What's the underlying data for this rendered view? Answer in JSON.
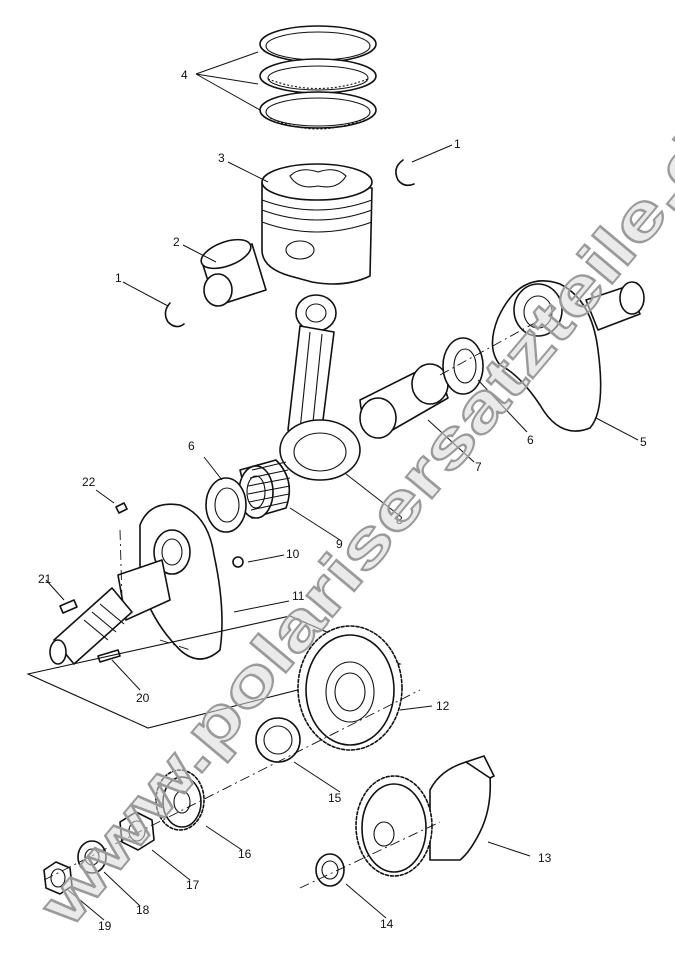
{
  "watermark": "www.polarisersatzteile.de",
  "callouts": [
    {
      "id": "c1a",
      "label": "1"
    },
    {
      "id": "c1b",
      "label": "1"
    },
    {
      "id": "c2",
      "label": "2"
    },
    {
      "id": "c3",
      "label": "3"
    },
    {
      "id": "c4",
      "label": "4"
    },
    {
      "id": "c5",
      "label": "5"
    },
    {
      "id": "c6a",
      "label": "6"
    },
    {
      "id": "c6b",
      "label": "6"
    },
    {
      "id": "c7",
      "label": "7"
    },
    {
      "id": "c8",
      "label": "8"
    },
    {
      "id": "c9",
      "label": "9"
    },
    {
      "id": "c10",
      "label": "10"
    },
    {
      "id": "c11",
      "label": "11"
    },
    {
      "id": "c12",
      "label": "12"
    },
    {
      "id": "c13",
      "label": "13"
    },
    {
      "id": "c14",
      "label": "14"
    },
    {
      "id": "c15",
      "label": "15"
    },
    {
      "id": "c16",
      "label": "16"
    },
    {
      "id": "c17",
      "label": "17"
    },
    {
      "id": "c18",
      "label": "18"
    },
    {
      "id": "c19",
      "label": "19"
    },
    {
      "id": "c20",
      "label": "20"
    },
    {
      "id": "c21",
      "label": "21"
    },
    {
      "id": "c22",
      "label": "22"
    }
  ]
}
